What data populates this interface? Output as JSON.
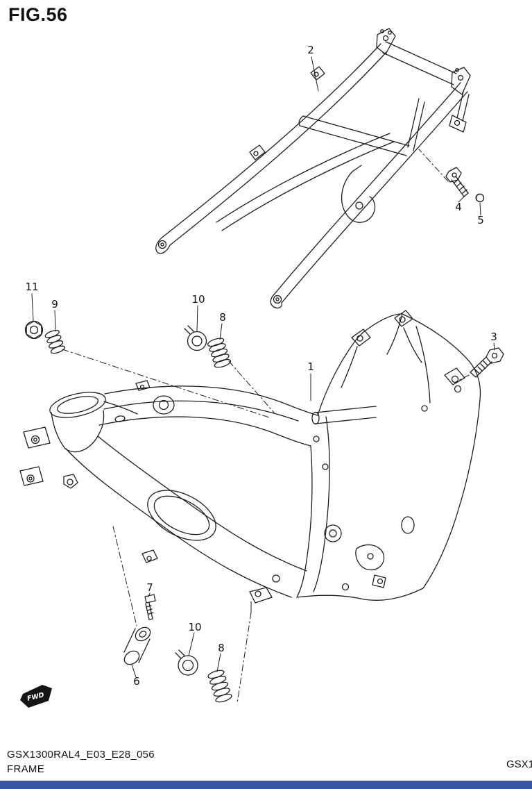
{
  "figure": {
    "number": "FIG.56",
    "part_code": "GSX1300RAL4_E03_E28_056",
    "title": "FRAME",
    "page_edge_text": "GSX1",
    "fwd_label": "FWD"
  },
  "colors": {
    "ink": "#1d1d1d",
    "background": "#ffffff",
    "footer_bar": "#3a55a8"
  },
  "diagram": {
    "type": "exploded-parts-diagram",
    "callouts": [
      {
        "label": "2"
      },
      {
        "label": "4"
      },
      {
        "label": "5"
      },
      {
        "label": "11"
      },
      {
        "label": "9"
      },
      {
        "label": "10"
      },
      {
        "label": "8"
      },
      {
        "label": "1"
      },
      {
        "label": "3"
      },
      {
        "label": "7"
      },
      {
        "label": "6"
      },
      {
        "label": "10"
      },
      {
        "label": "8"
      }
    ]
  }
}
